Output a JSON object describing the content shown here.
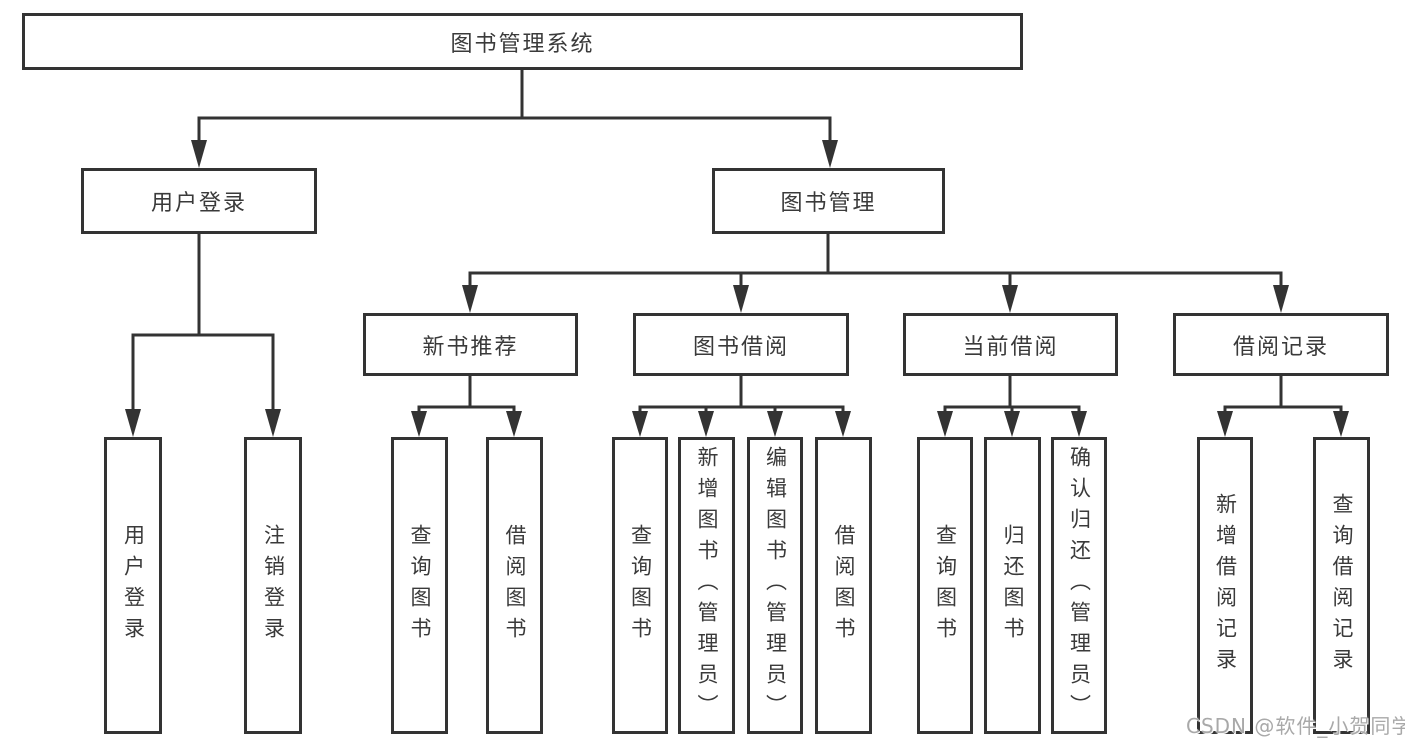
{
  "nodes": {
    "root": "图书管理系统",
    "user_login": "用户登录",
    "book_management": "图书管理",
    "new_book_recommend": "新书推荐",
    "book_borrowing": "图书借阅",
    "current_borrowing": "当前借阅",
    "borrowing_records": "借阅记录",
    "leaf_user_login": "用户登录",
    "leaf_logout": "注销登录",
    "leaf_query_books_recommend": "查询图书",
    "leaf_borrow_books_recommend": "借阅图书",
    "leaf_query_books_borrow": "查询图书",
    "leaf_add_book_admin": "新增图书（管理员）",
    "leaf_edit_book_admin": "编辑图书（管理员）",
    "leaf_borrow_books_borrow": "借阅图书",
    "leaf_query_books_current": "查询图书",
    "leaf_return_book": "归还图书",
    "leaf_confirm_return_admin": "确认归还（管理员）",
    "leaf_add_borrow_record": "新增借阅记录",
    "leaf_query_borrow_record": "查询借阅记录"
  },
  "watermark": "CSDN @软件_小贺同学",
  "colors": {
    "line": "#333333",
    "text": "#3a3a3a",
    "watermark": "#a9a9a9",
    "background": "#ffffff"
  }
}
